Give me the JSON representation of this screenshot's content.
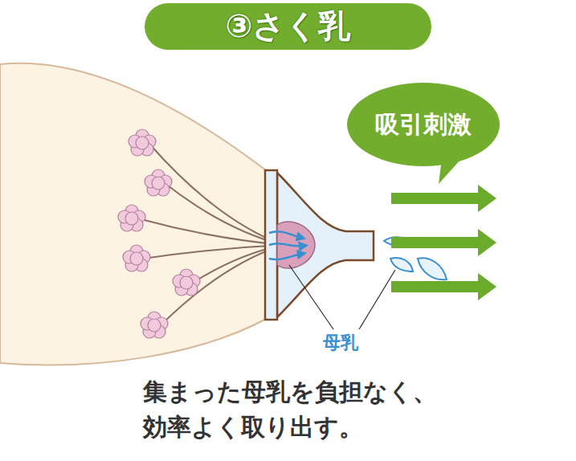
{
  "diagram": {
    "title": "③さく乳",
    "caption": "集まった母乳を負担なく、 効率よく取り出す。",
    "nodes": [
      {
        "text": [
          "吸引刺激"
        ]
      }
    ],
    "edges": [],
    "labels": [
      "母乳"
    ]
  }
}
